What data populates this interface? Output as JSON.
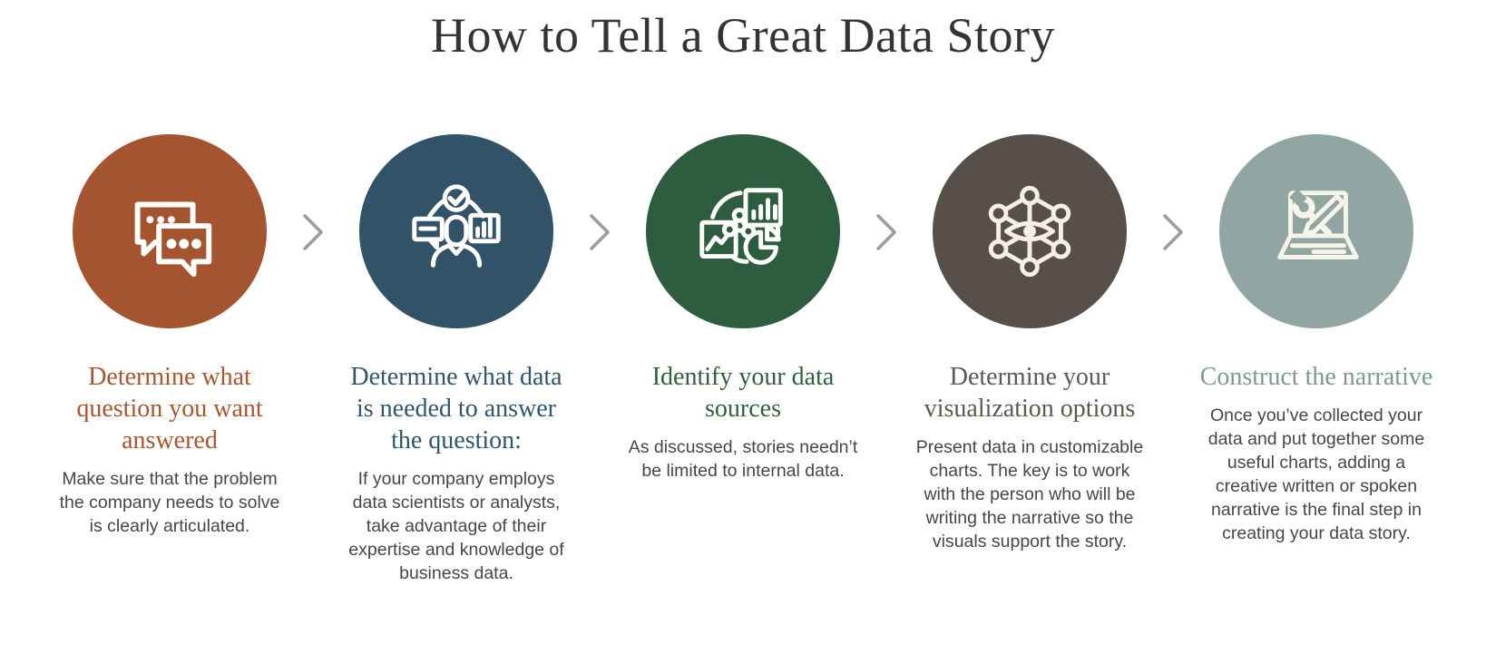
{
  "title": "How to Tell a Great Data Story",
  "title_color": "#313539",
  "body_color": "#43474A",
  "separator": {
    "icon": "chevron-right-icon",
    "color": "#9B9B9B"
  },
  "steps": [
    {
      "icon": "chat-bubbles-icon",
      "circle_color": "#A4552F",
      "icon_color": "#FFFFFF",
      "heading_color": "#A9562F",
      "heading": "Determine what question you want answered",
      "body": "Make sure that the problem the company needs to solve is clearly articulated."
    },
    {
      "icon": "analyst-choices-icon",
      "circle_color": "#315267",
      "icon_color": "#FFFFFF",
      "heading_color": "#2F566E",
      "heading": "Determine what data is needed to answer the question:",
      "body": "If your company employs data scientists or analysts, take advantage of their expertise and knowledge of business data."
    },
    {
      "icon": "data-sources-icon",
      "circle_color": "#2E5C3E",
      "icon_color": "#FFFFFF",
      "heading_color": "#30603F",
      "heading": "Identify your data sources",
      "body": "As discussed, stories needn’t be limited to internal data."
    },
    {
      "icon": "network-eye-icon",
      "circle_color": "#57504A",
      "icon_color": "#F4F0E6",
      "heading_color": "#5E5850",
      "heading": "Determine your visualization options",
      "body": "Present data in customizable charts. The key is to work with the person who will be writing the narrative so the visuals support the story."
    },
    {
      "icon": "laptop-tools-icon",
      "circle_color": "#91A6A3",
      "icon_color": "#F7F4EC",
      "heading_color": "#7E9A90",
      "heading": "Construct the narrative",
      "body": "Once you’ve collected your data and put together some useful charts, adding a creative written or spoken narrative is the final step in creating your data story."
    }
  ]
}
